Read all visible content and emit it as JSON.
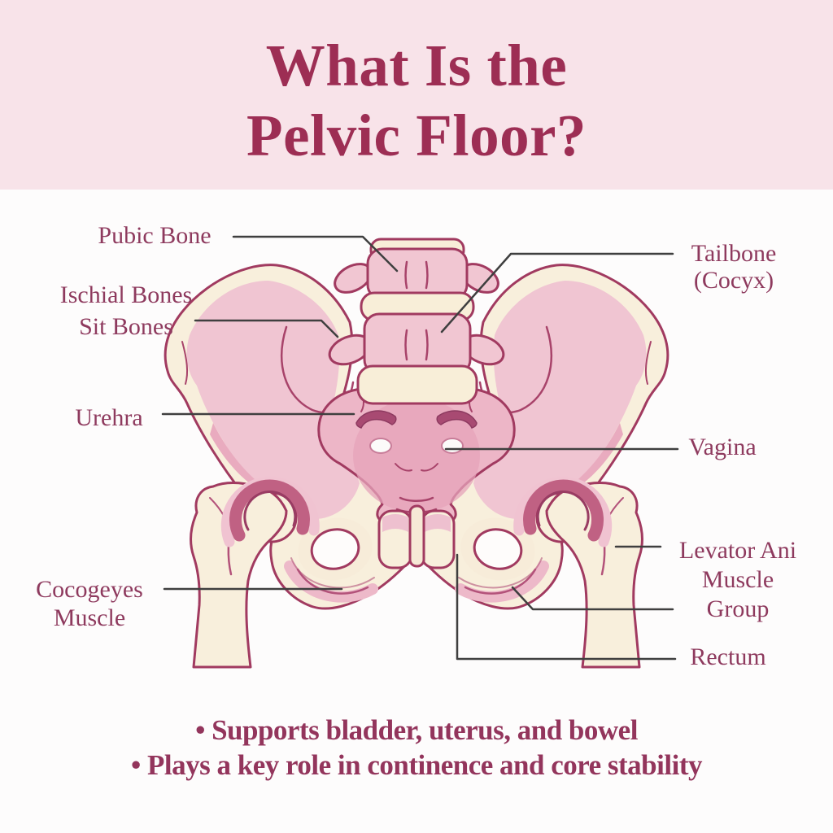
{
  "header": {
    "title_lines": [
      "What Is the",
      "Pelvic Floor?"
    ]
  },
  "anatomy_labels": {
    "left": [
      {
        "name": "pubic-bone",
        "lines": [
          "Pubic Bone"
        ]
      },
      {
        "name": "ischial-bones",
        "lines": [
          "Ischial Bones",
          "Sit Bones"
        ]
      },
      {
        "name": "urethra",
        "lines": [
          "Urehra"
        ]
      },
      {
        "name": "coccygeus-muscle",
        "lines": [
          "Cocogeyes",
          "Muscle"
        ]
      }
    ],
    "right": [
      {
        "name": "tailbone-coccyx",
        "lines": [
          "Tailbone",
          "(Cocyx)"
        ]
      },
      {
        "name": "vagina",
        "lines": [
          "Vagina"
        ]
      },
      {
        "name": "levator-ani",
        "lines": [
          "Levator Ani",
          "Muscle",
          "Group"
        ]
      },
      {
        "name": "rectum",
        "lines": [
          "Rectum"
        ]
      }
    ]
  },
  "footer": {
    "bullets": [
      "• Supports bladder, uterus, and bowel",
      "• Plays a key role in continence and core stability"
    ]
  },
  "palette": {
    "header_background": "#f8e3e9",
    "page_background": "#fdfcfc",
    "title_color": "#9d2e54",
    "label_color": "#8e3a5e",
    "bullet_color": "#93355c",
    "leader_line_color": "#3f3f3f",
    "bone_cream": "#f8efdc",
    "bone_pink_light": "#f0c5d2",
    "bone_pink_mid": "#edb6c7",
    "bone_pink_deep": "#c06183",
    "foramen_dark": "#a84a72",
    "outline_maroon": "#a13a60"
  }
}
